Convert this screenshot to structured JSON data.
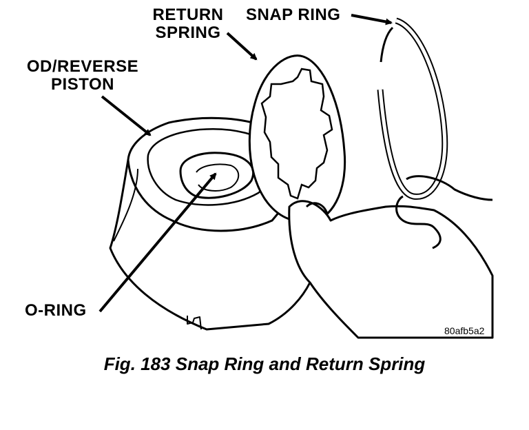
{
  "labels": {
    "return_spring_line1": "RETURN",
    "return_spring_line2": "SPRING",
    "snap_ring": "SNAP RING",
    "piston_line1": "OD/REVERSE",
    "piston_line2": "PISTON",
    "o_ring": "O-RING"
  },
  "figure_id": "80afb5a2",
  "caption": "Fig. 183 Snap Ring and Return Spring"
}
